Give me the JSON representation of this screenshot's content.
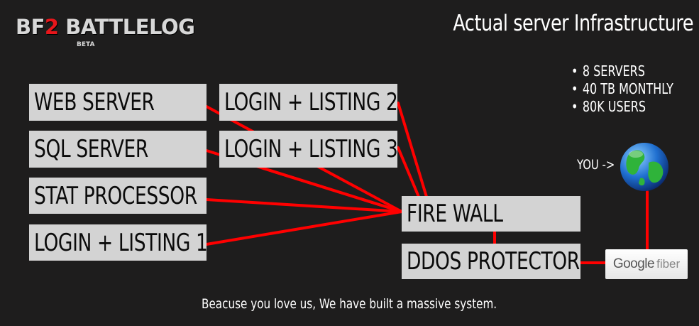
{
  "logo": {
    "part1": "BF",
    "part2": "2",
    "part3": " BATTLELOG",
    "badge": "BETA"
  },
  "title": "Actual server Infrastructure",
  "stats": [
    "8 SERVERS",
    "40 TB MONTHLY",
    "80K USERS"
  ],
  "nodes": {
    "web_server": "WEB SERVER",
    "sql_server": "SQL SERVER",
    "stat_processor": "STAT PROCESSOR",
    "login_listing_1": "LOGIN + LISTING 1",
    "login_listing_2": "LOGIN + LISTING 2",
    "login_listing_3": "LOGIN + LISTING 3",
    "fire_wall": "FIRE WALL",
    "ddos_protector": "DDOS PROTECTOR"
  },
  "you_label": "YOU ->",
  "google_fiber": {
    "google": "Google",
    "fiber": "fiber"
  },
  "caption": "Beacuse you love us, We have built a massive system.",
  "colors": {
    "background": "#1e1d1d",
    "box": "#d3d3d3",
    "link": "#ff0000",
    "text": "#ffffff"
  }
}
